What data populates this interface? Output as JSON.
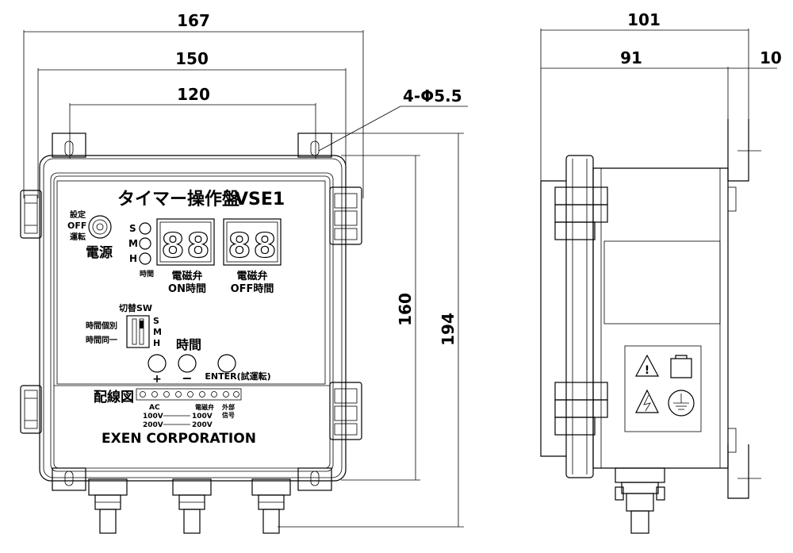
{
  "dimensions": {
    "width_167": "167",
    "width_150": "150",
    "width_120": "120",
    "hole_spec": "4-Φ5.5",
    "height_160": "160",
    "height_194": "194",
    "depth_101": "101",
    "depth_91": "91",
    "flange_10": "10"
  },
  "panel": {
    "title": "タイマー操作盤",
    "model": "VSE1",
    "switch_top": "設定",
    "switch_mid": "OFF",
    "switch_bot": "運転",
    "power_label": "電源",
    "led_s": "S",
    "led_m": "M",
    "led_h": "H",
    "led_caption": "時間",
    "display1_line1": "電磁弁",
    "display1_line2": "ON時間",
    "display2_line1": "電磁弁",
    "display2_line2": "OFF時間",
    "seg_digit": "8",
    "sw_title": "切替SW",
    "sw_left1": "時間個別",
    "sw_left2": "時間同一",
    "sw_s": "S",
    "sw_m": "M",
    "sw_h": "H",
    "time_label": "時間",
    "plus": "+",
    "minus": "−",
    "enter_label": "ENTER(試運転)",
    "wiring_label": "配線図",
    "ac_label": "AC",
    "v100_left": "100V",
    "v200_left": "200V",
    "valve_label": "電磁弁",
    "v100_right": "100V",
    "v200_right": "200V",
    "ext_line1": "外部",
    "ext_line2": "信号",
    "company": "EXEN CORPORATION"
  }
}
